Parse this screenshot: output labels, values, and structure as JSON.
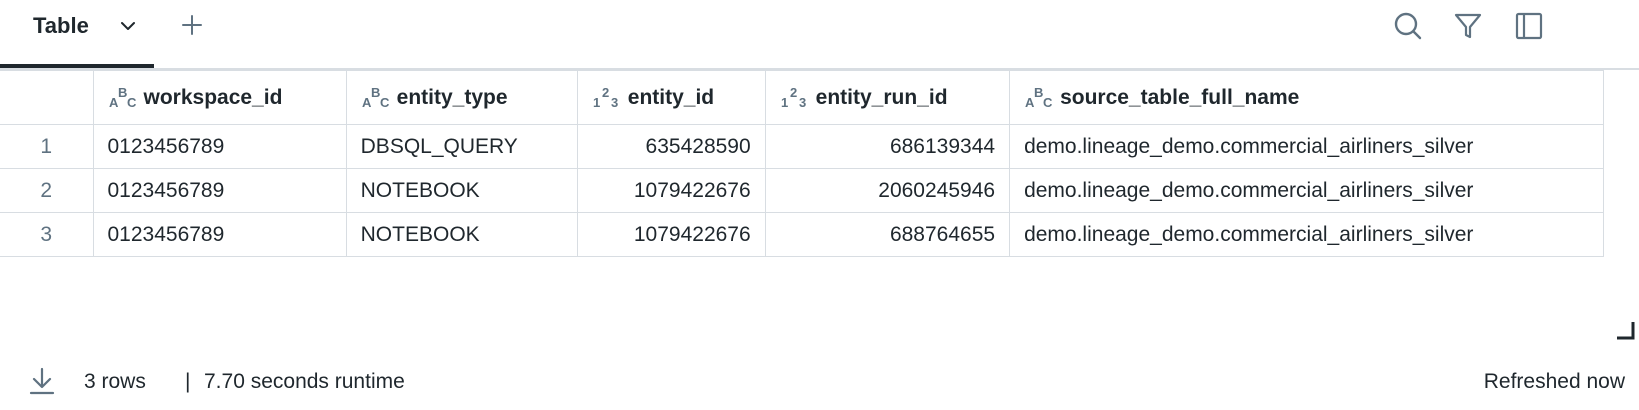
{
  "tabs": {
    "active_label": "Table"
  },
  "table": {
    "columns": [
      {
        "type_icon": "abc-type-icon",
        "label": "workspace_id"
      },
      {
        "type_icon": "abc-type-icon",
        "label": "entity_type"
      },
      {
        "type_icon": "num-type-icon",
        "label": "entity_id"
      },
      {
        "type_icon": "num-type-icon",
        "label": "entity_run_id"
      },
      {
        "type_icon": "abc-type-icon",
        "label": "source_table_full_name"
      }
    ],
    "rows": [
      {
        "n": "1",
        "workspace_id": "0123456789",
        "entity_type": "DBSQL_QUERY",
        "entity_id": "635428590",
        "entity_run_id": "686139344",
        "source_table_full_name": "demo.lineage_demo.commercial_airliners_silver"
      },
      {
        "n": "2",
        "workspace_id": "0123456789",
        "entity_type": "NOTEBOOK",
        "entity_id": "1079422676",
        "entity_run_id": "2060245946",
        "source_table_full_name": "demo.lineage_demo.commercial_airliners_silver"
      },
      {
        "n": "3",
        "workspace_id": "0123456789",
        "entity_type": "NOTEBOOK",
        "entity_id": "1079422676",
        "entity_run_id": "688764655",
        "source_table_full_name": "demo.lineage_demo.commercial_airliners_silver"
      }
    ]
  },
  "footer": {
    "rows": "3 rows",
    "separator": "|",
    "runtime": "7.70 seconds runtime",
    "refreshed": "Refreshed now"
  },
  "icons": {
    "toolbar": [
      "search-icon",
      "filter-icon",
      "sidebar-panel-icon"
    ],
    "tab": [
      "chevron-down-icon",
      "plus-icon"
    ],
    "footer": [
      "download-icon"
    ],
    "resize": "resize-handle-icon"
  },
  "colors": {
    "text": "#1f272d",
    "muted": "#5f7281",
    "border": "#d8dde2"
  }
}
